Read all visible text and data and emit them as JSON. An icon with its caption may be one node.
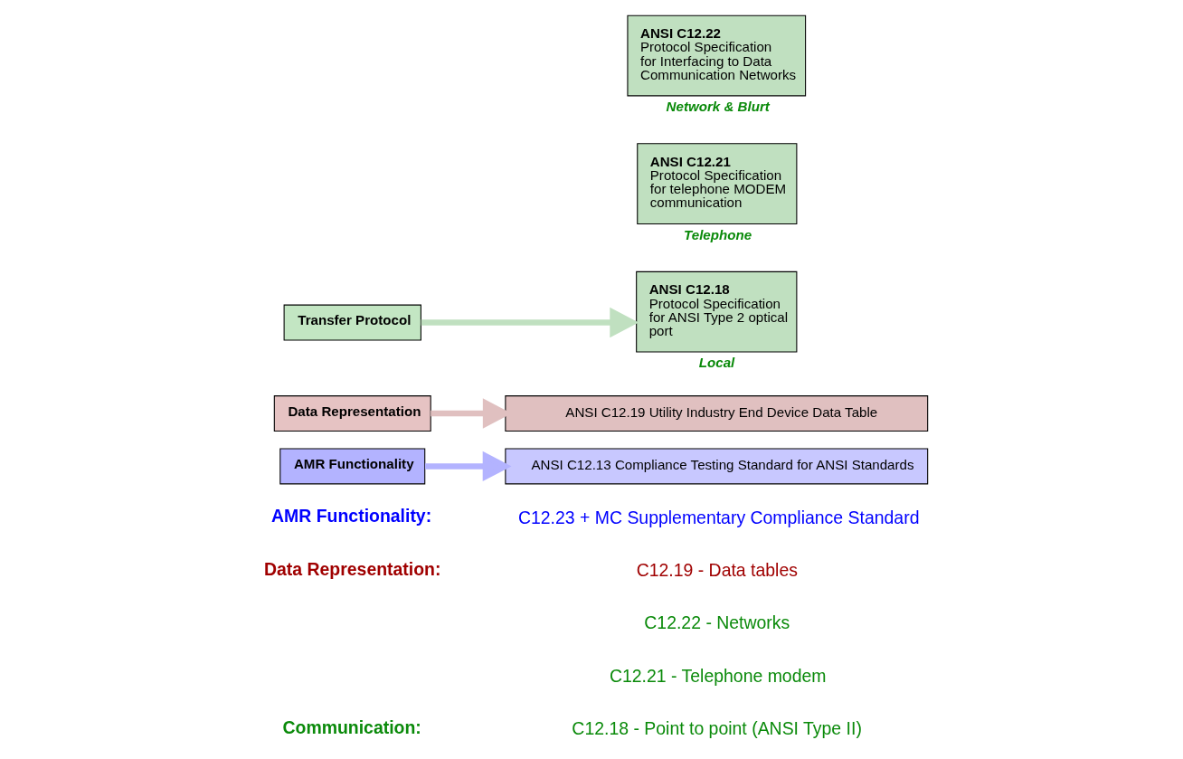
{
  "diagram": {
    "nodes": [
      {
        "text": [
          "AMR Functionality"
        ]
      },
      {
        "text": [
          "ANSI C12.13 Compliance Testing Standard for ANSI Standards"
        ]
      },
      {
        "text": [
          "Data Representation"
        ]
      },
      {
        "text": [
          "ANSI C12.19 Utility Industry End Device Data Table"
        ]
      },
      {
        "text": [
          "Transfer Protocol"
        ]
      },
      {
        "text": [
          "ANSI C12.18",
          "Protocol Specification for ANSI Type 2 optical port"
        ],
        "beside": [
          "Local"
        ]
      },
      {
        "text": [
          "ANSI C12.21",
          "Protocol Specification for telephone MODEM communication"
        ],
        "beside": [
          "Telephone"
        ]
      },
      {
        "text": [
          "ANSI C12.22",
          "Protocol Specification for Interfacing to Data Communication Networks"
        ],
        "beside": [
          "Network & Blurt"
        ]
      }
    ],
    "edges": [
      {
        "from": 0,
        "to": 1,
        "arrow": "to",
        "color": "#b3b3ff"
      },
      {
        "from": 2,
        "to": 3,
        "arrow": "to",
        "color": "#e0c0c0"
      },
      {
        "from": 4,
        "to": 5,
        "arrow": "to",
        "color": "#c0e0c0"
      }
    ],
    "labels": [
      "Communication:",
      "C12.18 - Point to point (ANSI Type II)",
      "C12.21 - Telephone modem",
      "C12.22 - Networks",
      "Data Representation:",
      "C12.19 - Data tables",
      "AMR Functionality:",
      "C12.23 + MC Supplementary Compliance Standard"
    ]
  }
}
